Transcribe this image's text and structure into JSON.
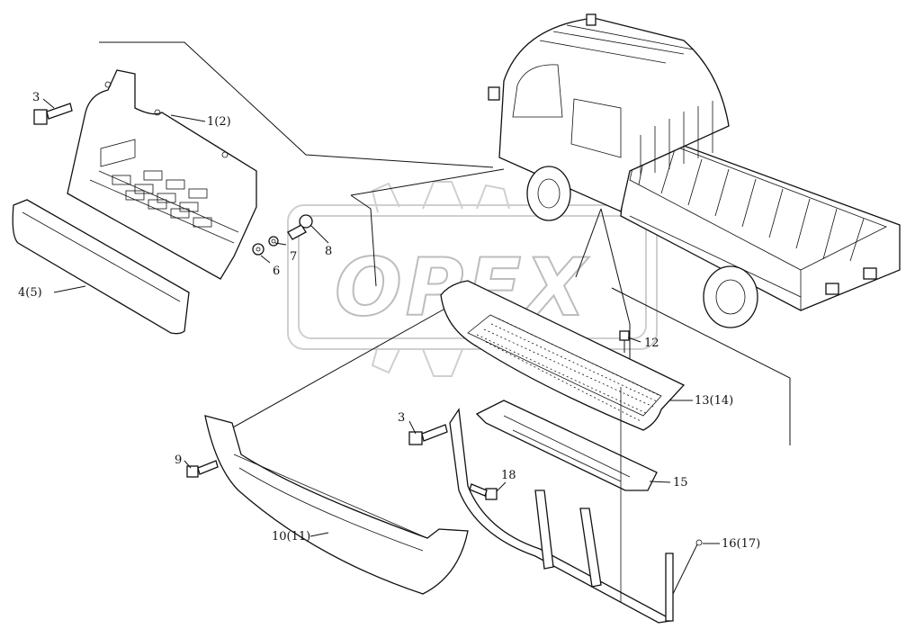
{
  "diagram": {
    "watermark": "OPEX",
    "callouts": [
      {
        "id": "c3a",
        "text": "3"
      },
      {
        "id": "c1",
        "text": "1(2)"
      },
      {
        "id": "c4",
        "text": "4(5)"
      },
      {
        "id": "c6",
        "text": "6"
      },
      {
        "id": "c7",
        "text": "7"
      },
      {
        "id": "c8",
        "text": "8"
      },
      {
        "id": "c12",
        "text": "12"
      },
      {
        "id": "c13",
        "text": "13(14)"
      },
      {
        "id": "c3b",
        "text": "3"
      },
      {
        "id": "c15",
        "text": "15"
      },
      {
        "id": "c9",
        "text": "9"
      },
      {
        "id": "c18",
        "text": "18"
      },
      {
        "id": "c10",
        "text": "10(11)"
      },
      {
        "id": "c16",
        "text": "16(17)"
      }
    ]
  }
}
